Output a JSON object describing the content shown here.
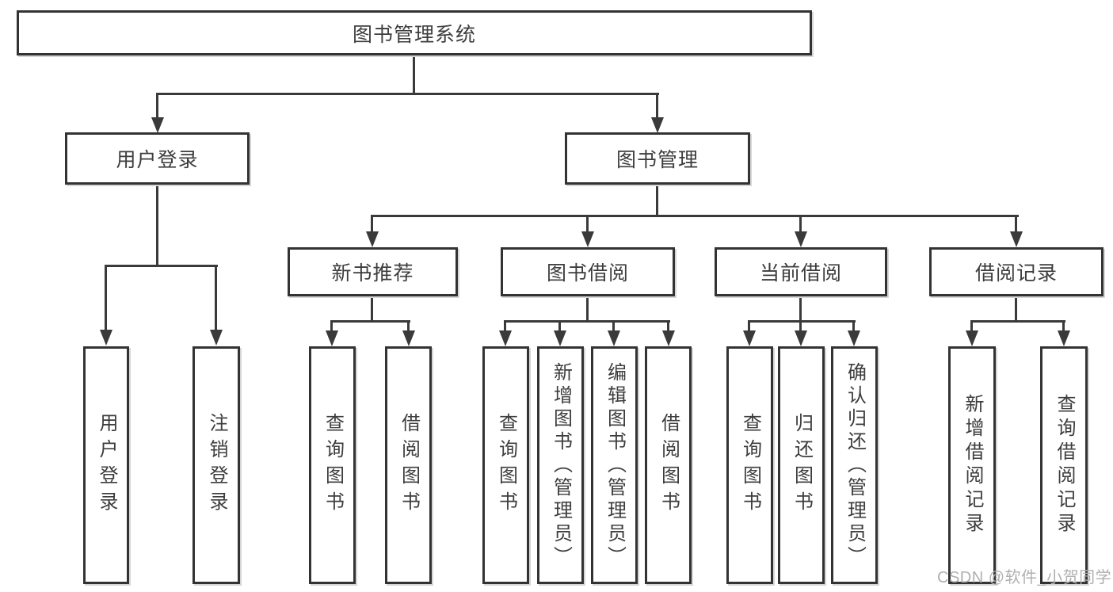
{
  "diagram": {
    "root": "图书管理系统",
    "level2": {
      "user_login": "用户登录",
      "book_mgmt": "图书管理"
    },
    "level3": {
      "new_book": "新书推荐",
      "book_borrow": "图书借阅",
      "current_borrow": "当前借阅",
      "borrow_record": "借阅记录"
    },
    "leaves": {
      "user_login": [
        "用户登录",
        "注销登录"
      ],
      "new_book": [
        "查询图书",
        "借阅图书"
      ],
      "book_borrow": [
        "查询图书",
        "新增图书（管理员）",
        "编辑图书（管理员）",
        "借阅图书"
      ],
      "current_borrow": [
        "查询图书",
        "归还图书",
        "确认归还（管理员）"
      ],
      "borrow_record": [
        "新增借阅记录",
        "查询借阅记录"
      ]
    },
    "watermark": "CSDN @软件_小贺同学",
    "colors": {
      "line": "#3a3a3a",
      "box_border": "#333333",
      "box_fill": "#ffffff",
      "text": "#3d3d3d",
      "watermark": "#b0b0b0"
    }
  }
}
